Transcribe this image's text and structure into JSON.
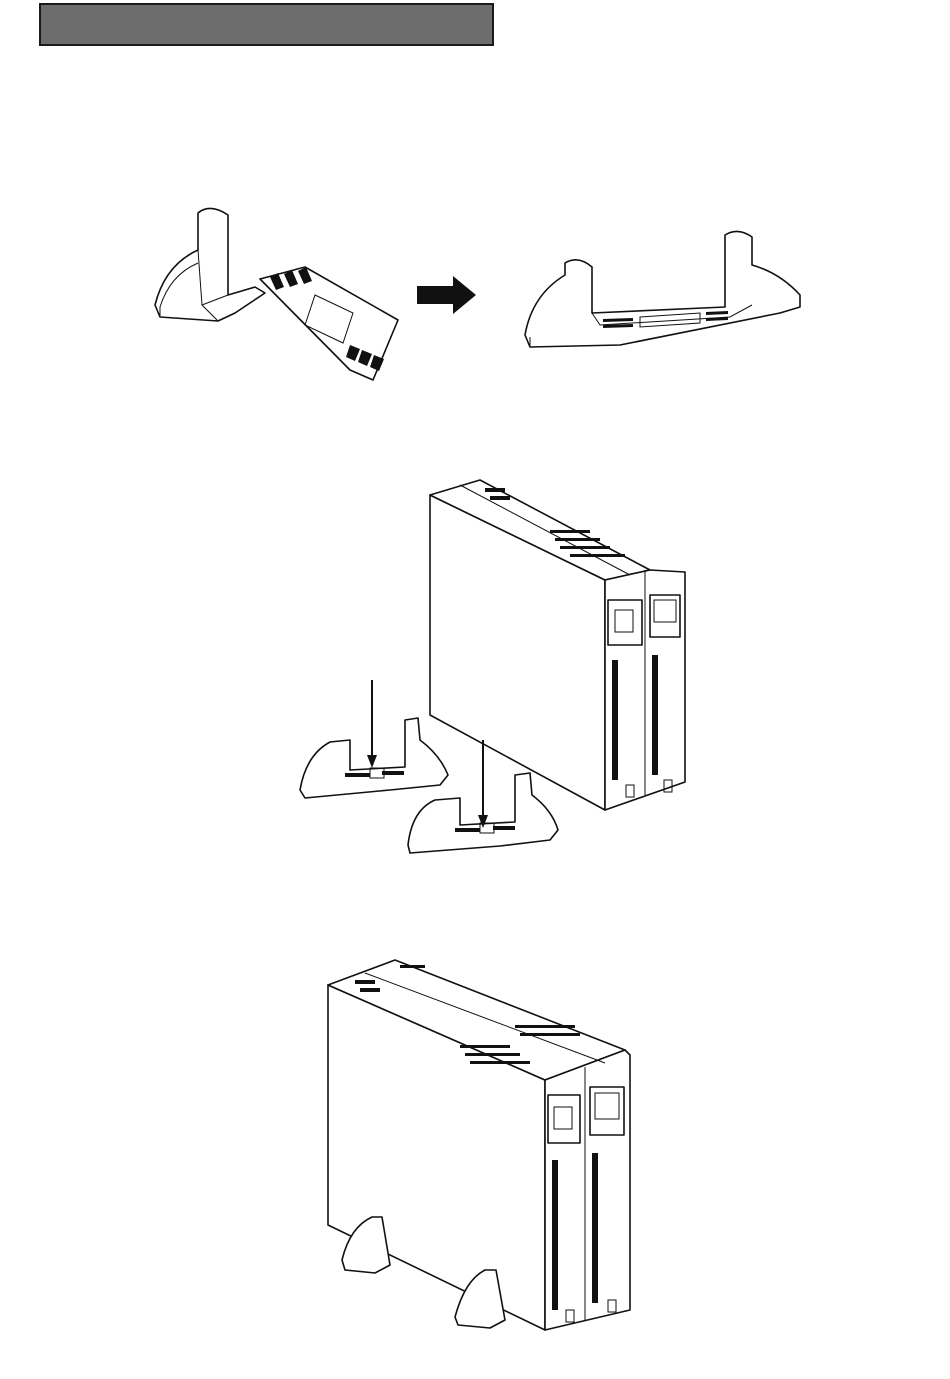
{
  "header": {
    "title": ""
  },
  "illustrations": [
    {
      "name": "stand-assembly-step",
      "icon": "arrow-right-icon"
    },
    {
      "name": "stand-placement-step",
      "icon": "down-arrow-icon"
    },
    {
      "name": "ups-on-stands-final"
    }
  ]
}
